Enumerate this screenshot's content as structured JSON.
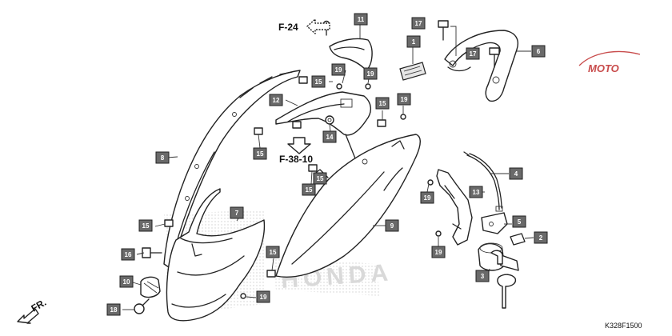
{
  "diagram_code": "K328F1500",
  "references": {
    "top": "F-24",
    "middle": "F-38-10"
  },
  "front_marker": "FR.",
  "watermark_text": "HONDA",
  "logo_text": "MOTO",
  "colors": {
    "tag_fill": "#6a6a6a",
    "line": "#222222",
    "logo": "#c84b4b"
  },
  "part_labels": [
    {
      "id": "tag-1",
      "num": "1"
    },
    {
      "id": "tag-2",
      "num": "2"
    },
    {
      "id": "tag-3",
      "num": "3"
    },
    {
      "id": "tag-4",
      "num": "4"
    },
    {
      "id": "tag-5",
      "num": "5"
    },
    {
      "id": "tag-6",
      "num": "6"
    },
    {
      "id": "tag-7",
      "num": "7"
    },
    {
      "id": "tag-8",
      "num": "8"
    },
    {
      "id": "tag-9",
      "num": "9"
    },
    {
      "id": "tag-10",
      "num": "10"
    },
    {
      "id": "tag-11",
      "num": "11"
    },
    {
      "id": "tag-12",
      "num": "12"
    },
    {
      "id": "tag-13",
      "num": "13"
    },
    {
      "id": "tag-14",
      "num": "14"
    },
    {
      "id": "tag-15a",
      "num": "15"
    },
    {
      "id": "tag-15b",
      "num": "15"
    },
    {
      "id": "tag-15c",
      "num": "15"
    },
    {
      "id": "tag-15d",
      "num": "15"
    },
    {
      "id": "tag-15e",
      "num": "15"
    },
    {
      "id": "tag-15f",
      "num": "15"
    },
    {
      "id": "tag-15g",
      "num": "15"
    },
    {
      "id": "tag-16",
      "num": "16"
    },
    {
      "id": "tag-17a",
      "num": "17"
    },
    {
      "id": "tag-17b",
      "num": "17"
    },
    {
      "id": "tag-18",
      "num": "18"
    },
    {
      "id": "tag-19a",
      "num": "19"
    },
    {
      "id": "tag-19b",
      "num": "19"
    },
    {
      "id": "tag-19c",
      "num": "19"
    },
    {
      "id": "tag-19d",
      "num": "19"
    },
    {
      "id": "tag-19e",
      "num": "19"
    },
    {
      "id": "tag-19f",
      "num": "19"
    }
  ]
}
